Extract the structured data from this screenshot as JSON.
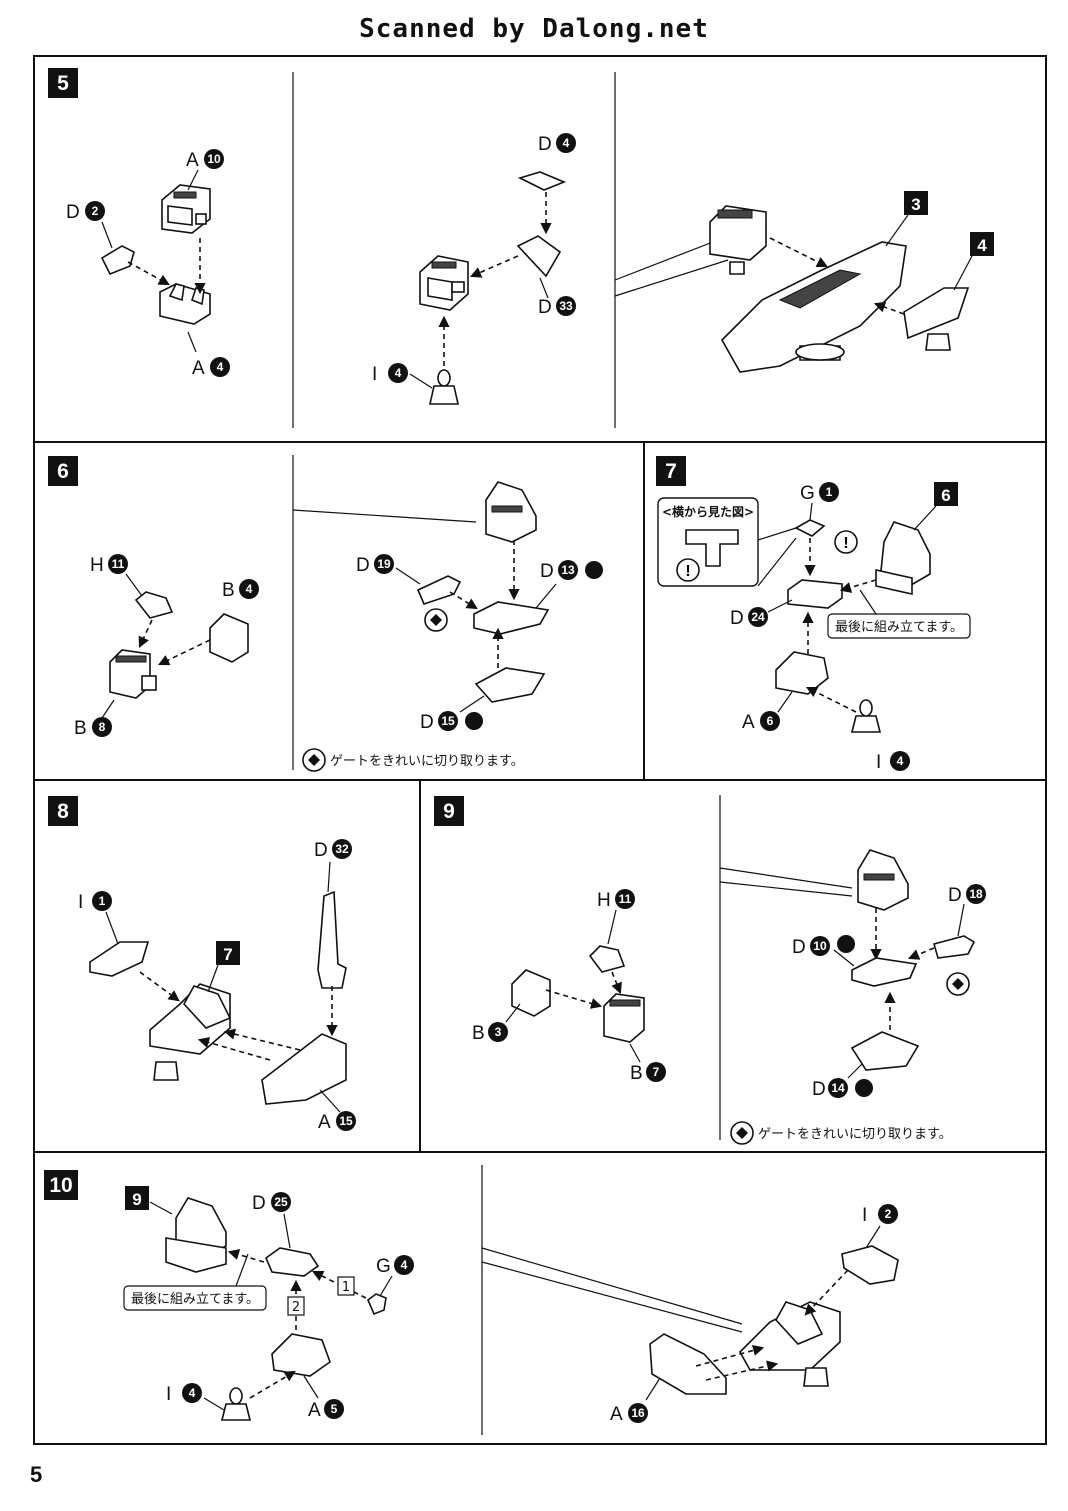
{
  "header": "Scanned by Dalong.net",
  "page_number": "5",
  "steps": {
    "s5": {
      "number": "5",
      "labels": {
        "a10": {
          "letter": "A",
          "num": "10"
        },
        "d2": {
          "letter": "D",
          "num": "2"
        },
        "a4": {
          "letter": "A",
          "num": "4"
        },
        "d4": {
          "letter": "D",
          "num": "4"
        },
        "d33": {
          "letter": "D",
          "num": "33"
        },
        "i4": {
          "letter": "I",
          "num": "4"
        }
      },
      "ref3": "3",
      "ref4": "4"
    },
    "s6": {
      "number": "6",
      "labels": {
        "h11": {
          "letter": "H",
          "num": "11"
        },
        "b4": {
          "letter": "B",
          "num": "4"
        },
        "b8": {
          "letter": "B",
          "num": "8"
        },
        "d19": {
          "letter": "D",
          "num": "19"
        },
        "d13": {
          "letter": "D",
          "num": "13"
        },
        "d15": {
          "letter": "D",
          "num": "15"
        }
      },
      "note": "ゲートをきれいに切り取ります。"
    },
    "s7": {
      "number": "7",
      "labels": {
        "g1": {
          "letter": "G",
          "num": "1"
        },
        "d24": {
          "letter": "D",
          "num": "24"
        },
        "a6": {
          "letter": "A",
          "num": "6"
        },
        "i4": {
          "letter": "I",
          "num": "4"
        }
      },
      "ref6": "6",
      "side_view": "<横から見た図>",
      "last_note": "最後に組み立てます。"
    },
    "s8": {
      "number": "8",
      "labels": {
        "i1": {
          "letter": "I",
          "num": "1"
        },
        "d32": {
          "letter": "D",
          "num": "32"
        },
        "a15": {
          "letter": "A",
          "num": "15"
        }
      },
      "ref7": "7"
    },
    "s9": {
      "number": "9",
      "labels": {
        "h11": {
          "letter": "H",
          "num": "11"
        },
        "b3": {
          "letter": "B",
          "num": "3"
        },
        "b7": {
          "letter": "B",
          "num": "7"
        },
        "d18": {
          "letter": "D",
          "num": "18"
        },
        "d10": {
          "letter": "D",
          "num": "10"
        },
        "d14": {
          "letter": "D",
          "num": "14"
        }
      },
      "note": "ゲートをきれいに切り取ります。"
    },
    "s10": {
      "number": "10",
      "labels": {
        "d25": {
          "letter": "D",
          "num": "25"
        },
        "g4": {
          "letter": "G",
          "num": "4"
        },
        "i4": {
          "letter": "I",
          "num": "4"
        },
        "a5": {
          "letter": "A",
          "num": "5"
        },
        "i2": {
          "letter": "I",
          "num": "2"
        },
        "a16": {
          "letter": "A",
          "num": "16"
        }
      },
      "ref9": "9",
      "order1": "1",
      "order2": "2",
      "last_note": "最後に組み立てます。"
    }
  }
}
